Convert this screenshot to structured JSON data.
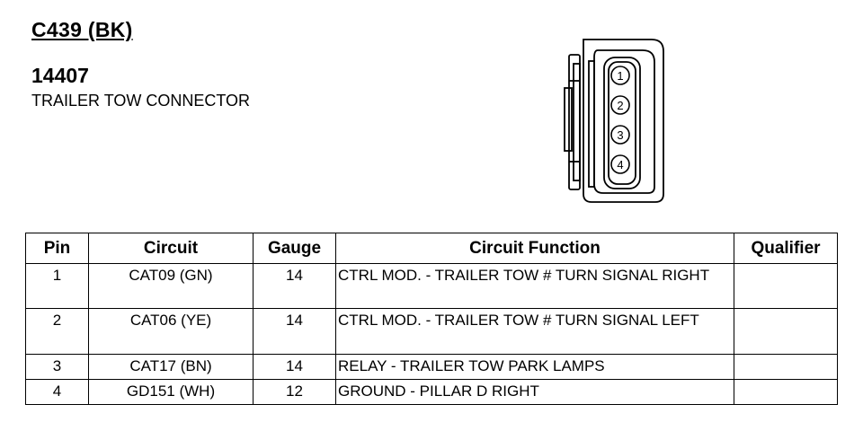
{
  "header": {
    "connector_id": "C439 (BK)",
    "part_number": "14407",
    "description": "TRAILER TOW CONNECTOR"
  },
  "connector": {
    "pin_numbers": [
      "1",
      "2",
      "3",
      "4"
    ]
  },
  "table": {
    "columns": [
      "Pin",
      "Circuit",
      "Gauge",
      "Circuit Function",
      "Qualifier"
    ],
    "rows": [
      {
        "pin": "1",
        "circuit": "CAT09 (GN)",
        "gauge": "14",
        "function": "CTRL MOD. - TRAILER TOW # TURN SIGNAL RIGHT",
        "qualifier": ""
      },
      {
        "pin": "2",
        "circuit": "CAT06 (YE)",
        "gauge": "14",
        "function": "CTRL MOD. - TRAILER TOW # TURN SIGNAL LEFT",
        "qualifier": ""
      },
      {
        "pin": "3",
        "circuit": "CAT17 (BN)",
        "gauge": "14",
        "function": "RELAY - TRAILER TOW PARK LAMPS",
        "qualifier": ""
      },
      {
        "pin": "4",
        "circuit": "GD151 (WH)",
        "gauge": "12",
        "function": "GROUND - PILLAR D RIGHT",
        "qualifier": ""
      }
    ]
  }
}
